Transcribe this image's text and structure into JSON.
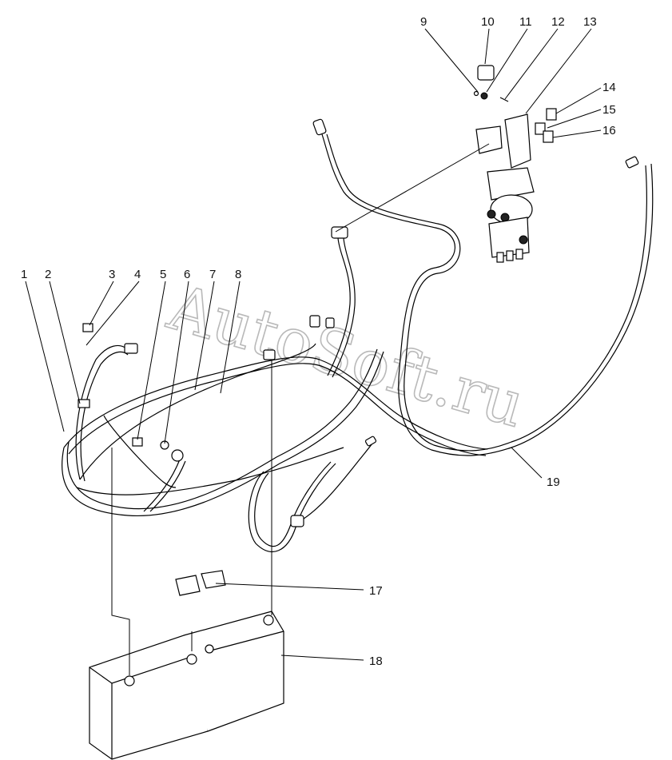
{
  "watermark": "AutoSoft.ru",
  "callouts": [
    "1",
    "2",
    "3",
    "4",
    "5",
    "6",
    "7",
    "8",
    "9",
    "10",
    "11",
    "12",
    "13",
    "14",
    "15",
    "16",
    "17",
    "18",
    "19"
  ]
}
